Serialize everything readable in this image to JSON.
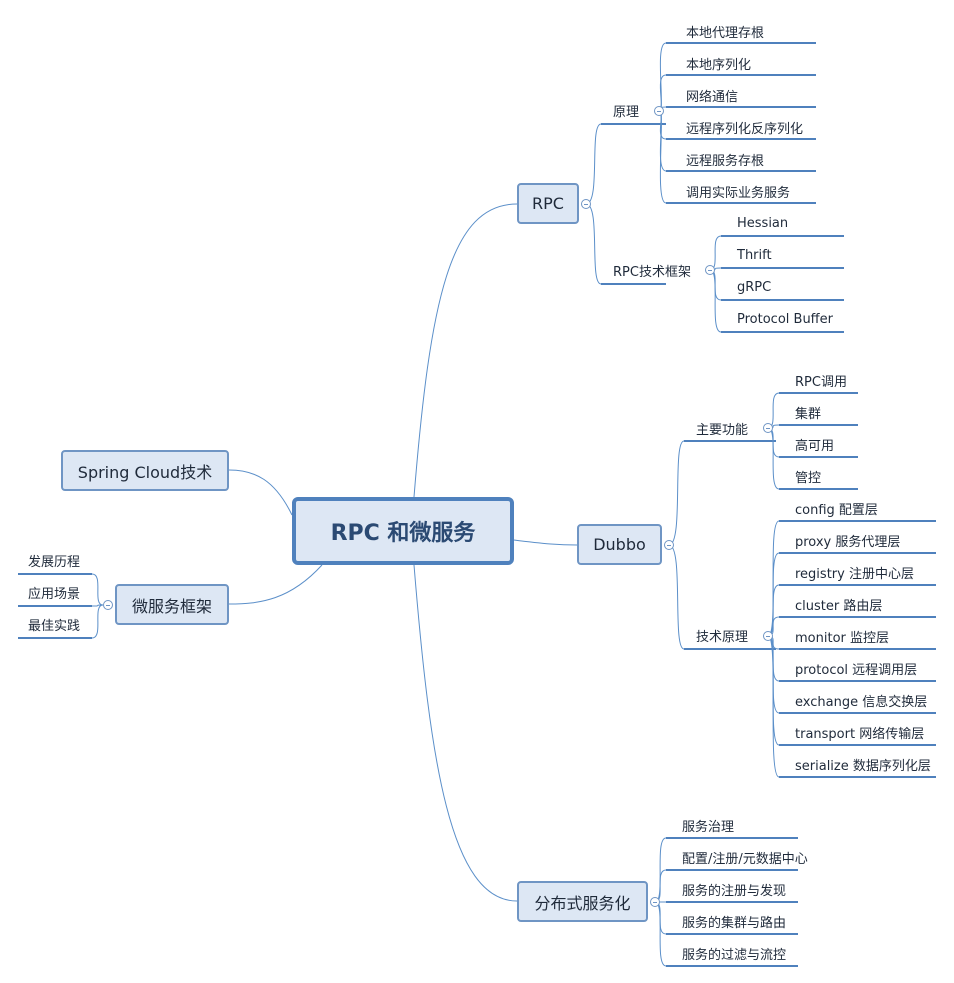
{
  "root": "RPC 和微服务",
  "branches": {
    "rpc": {
      "label": "RPC",
      "principle": {
        "label": "原理",
        "items": [
          "本地代理存根",
          "本地序列化",
          "网络通信",
          "远程序列化反序列化",
          "远程服务存根",
          "调用实际业务服务"
        ]
      },
      "frameworks": {
        "label": "RPC技术框架",
        "items": [
          "Hessian",
          "Thrift",
          "gRPC",
          "Protocol Buffer"
        ]
      }
    },
    "dubbo": {
      "label": "Dubbo",
      "features": {
        "label": "主要功能",
        "items": [
          "RPC调用",
          "集群",
          "高可用",
          "管控"
        ]
      },
      "tech": {
        "label": "技术原理",
        "items": [
          "config 配置层",
          "proxy 服务代理层",
          "registry 注册中心层",
          "cluster 路由层",
          "monitor 监控层",
          "protocol 远程调用层",
          "exchange 信息交换层",
          "transport 网络传输层",
          "serialize 数据序列化层"
        ]
      }
    },
    "distributed": {
      "label": "分布式服务化",
      "items": [
        "服务治理",
        "配置/注册/元数据中心",
        "服务的注册与发现",
        "服务的集群与路由",
        "服务的过滤与流控"
      ]
    },
    "spring_cloud": {
      "label": "Spring Cloud技术"
    },
    "microservice": {
      "label": "微服务框架",
      "items": [
        "发展历程",
        "应用场景",
        "最佳实践"
      ]
    }
  },
  "colors": {
    "line": "#5b8fc9",
    "underline": "#4f81bd",
    "node_fill": "#dde7f4",
    "node_border": "#6f95c4",
    "root_border": "#4f81bd"
  }
}
